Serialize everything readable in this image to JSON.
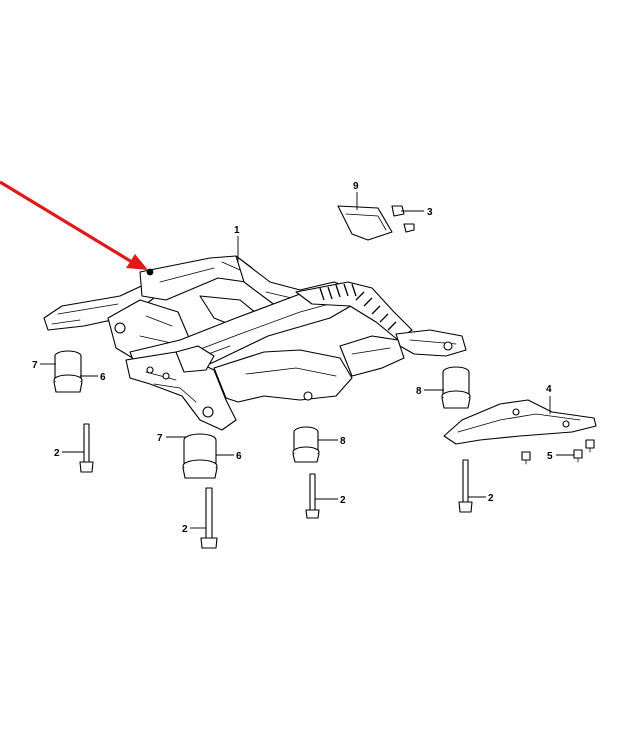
{
  "colors": {
    "line": "#000000",
    "background": "#ffffff",
    "pointer_arrow": "#e01818"
  },
  "icons": {
    "pointer": "red-arrow-icon"
  },
  "callouts": {
    "c1": "1",
    "c9": "9",
    "c3": "3",
    "c4": "4",
    "c5": "5",
    "c7a": "7",
    "c6a": "6",
    "c7b": "7",
    "c6b": "6",
    "c8a": "8",
    "c8b": "8",
    "c2a": "2",
    "c2b": "2",
    "c2c": "2",
    "c2d": "2"
  }
}
